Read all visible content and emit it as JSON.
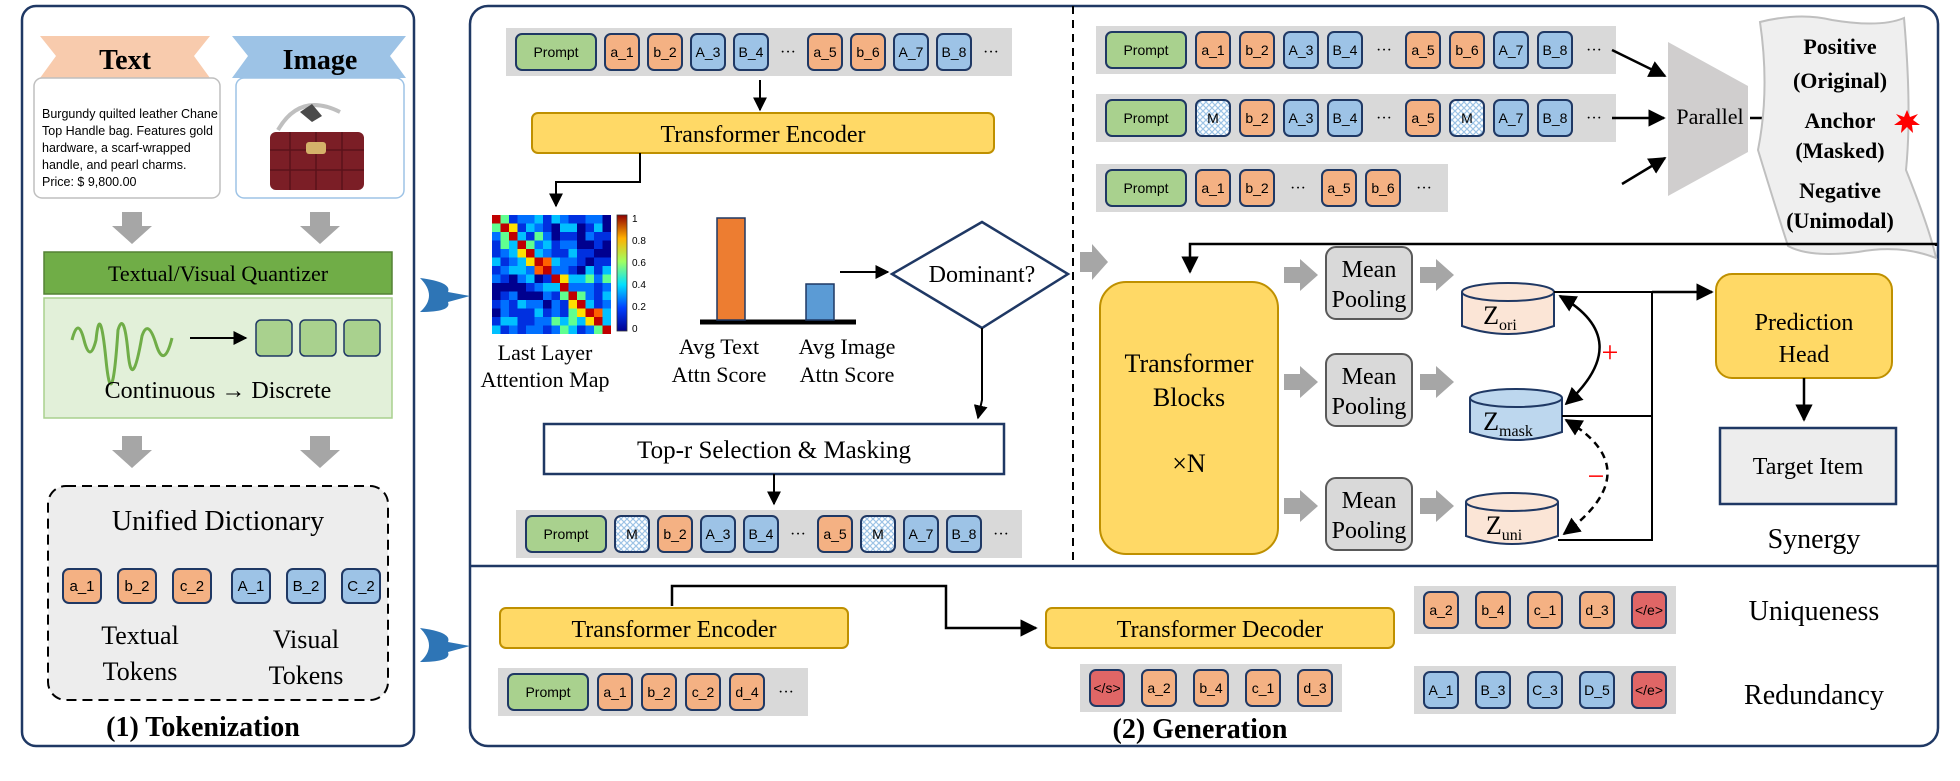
{
  "colors": {
    "panel_border": "#1f3864",
    "orange_token": "#f4b183",
    "blue_token": "#9dc3e6",
    "green_token": "#a9d18e",
    "red_token": "#e06666",
    "yellow_box": "#ffd966",
    "yellow_border": "#bf9000",
    "grey_box": "#d9d9d9",
    "token_border": "#1f3864",
    "token_bg_row": "#d9d9d9",
    "arrow_blue": "#2e75b6",
    "grey_arrow": "#a6a6a6",
    "red_plus": "#ff0000"
  },
  "tokenization": {
    "banner_text": "Text",
    "banner_image": "Image",
    "item_description": [
      "Burgundy quilted leather Chane",
      "Top Handle bag. Features gold",
      "hardware, a scarf-wrapped",
      "handle, and pearl charms.",
      "Price: $ 9,800.00"
    ],
    "quantizer": "Textual/Visual Quantizer",
    "continuous_discrete": "Continuous → Discrete",
    "dictionary_title": "Unified Dictionary",
    "textual_tokens": [
      "a_1",
      "b_2",
      "c_2"
    ],
    "visual_tokens": [
      "A_1",
      "B_2",
      "C_2"
    ],
    "textual_label": [
      "Textual",
      "Tokens"
    ],
    "visual_label": [
      "Visual",
      "Tokens"
    ],
    "section_title": "(1) Tokenization"
  },
  "masking": {
    "input_tokens": [
      "Prompt",
      "a_1",
      "b_2",
      "A_3",
      "B_4",
      "···",
      "a_5",
      "b_6",
      "A_7",
      "B_8",
      "···"
    ],
    "encoder": "Transformer Encoder",
    "attn_map_label": [
      "Last Layer",
      "Attention Map"
    ],
    "colorbar_ticks": [
      "1",
      "0.8",
      "0.6",
      "0.4",
      "0.2",
      "0"
    ],
    "avg_text_label": [
      "Avg Text",
      "Attn Score"
    ],
    "avg_image_label": [
      "Avg Image",
      "Attn Score"
    ],
    "avg_text_score": 0.85,
    "avg_image_score": 0.3,
    "dominant": "Dominant?",
    "selection": "Top-r Selection & Masking",
    "masked_tokens": [
      "Prompt",
      "M",
      "b_2",
      "A_3",
      "B_4",
      "···",
      "a_5",
      "M",
      "A_7",
      "B_8",
      "···"
    ]
  },
  "synergy": {
    "row1": [
      "Prompt",
      "a_1",
      "b_2",
      "A_3",
      "B_4",
      "···",
      "a_5",
      "b_6",
      "A_7",
      "B_8",
      "···"
    ],
    "row2": [
      "Prompt",
      "M",
      "b_2",
      "A_3",
      "B_4",
      "···",
      "a_5",
      "M",
      "A_7",
      "B_8",
      "···"
    ],
    "row3": [
      "Prompt",
      "a_1",
      "b_2",
      "···",
      "a_5",
      "b_6",
      "···"
    ],
    "parallel": "Parallel",
    "positive": [
      "Positive",
      "(Original)"
    ],
    "anchor": [
      "Anchor",
      "(Masked)"
    ],
    "negative": [
      "Negative",
      "(Unimodal)"
    ],
    "blocks": [
      "Transformer",
      "Blocks",
      "×N"
    ],
    "mean_pooling": [
      "Mean",
      "Pooling"
    ],
    "z_ori": {
      "base": "Z",
      "sub": "ori"
    },
    "z_mask": {
      "base": "Z",
      "sub": "mask"
    },
    "z_uni": {
      "base": "Z",
      "sub": "uni"
    },
    "plus": "+",
    "minus": "−",
    "prediction_head": [
      "Prediction",
      "Head"
    ],
    "target_item": "Target Item",
    "title": "Synergy"
  },
  "generation": {
    "encoder": "Transformer Encoder",
    "decoder": "Transformer Decoder",
    "encoder_tokens": [
      "Prompt",
      "a_1",
      "b_2",
      "c_2",
      "d_4",
      "···"
    ],
    "decoder_tokens": [
      "</s>",
      "a_2",
      "b_4",
      "c_1",
      "d_3"
    ],
    "uniqueness_tokens": [
      "a_2",
      "b_4",
      "c_1",
      "d_3",
      "</e>"
    ],
    "redundancy_tokens": [
      "A_1",
      "B_3",
      "C_3",
      "D_5",
      "</e>"
    ],
    "uniqueness": "Uniqueness",
    "redundancy": "Redundancy",
    "section_title": "(2) Generation"
  }
}
